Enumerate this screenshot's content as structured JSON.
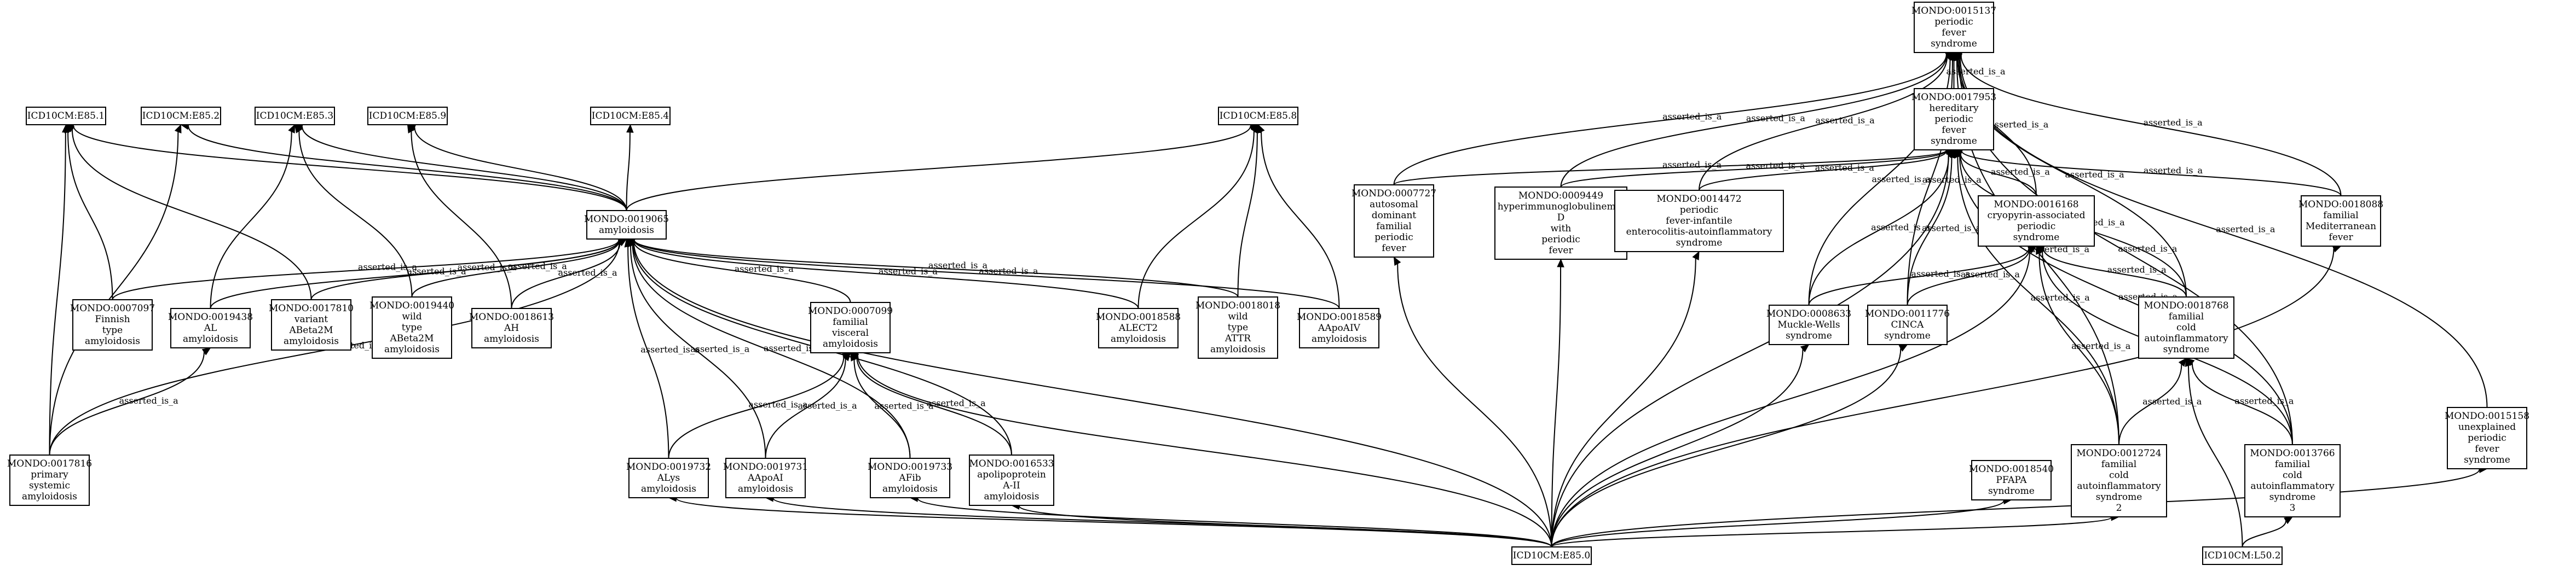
{
  "diagram": {
    "edge_label": "asserted_is_a",
    "nodes": [
      {
        "id": "MONDO:0015137",
        "lines": [
          "MONDO:0015137",
          "periodic",
          "fever",
          "syndrome"
        ]
      },
      {
        "id": "MONDO:0017953",
        "lines": [
          "MONDO:0017953",
          "hereditary",
          "periodic",
          "fever",
          "syndrome"
        ]
      },
      {
        "id": "ICD10CM:E85.1",
        "lines": [
          "ICD10CM:E85.1"
        ]
      },
      {
        "id": "ICD10CM:E85.2",
        "lines": [
          "ICD10CM:E85.2"
        ]
      },
      {
        "id": "ICD10CM:E85.3",
        "lines": [
          "ICD10CM:E85.3"
        ]
      },
      {
        "id": "ICD10CM:E85.9",
        "lines": [
          "ICD10CM:E85.9"
        ]
      },
      {
        "id": "ICD10CM:E85.4",
        "lines": [
          "ICD10CM:E85.4"
        ]
      },
      {
        "id": "ICD10CM:E85.8",
        "lines": [
          "ICD10CM:E85.8"
        ]
      },
      {
        "id": "MONDO:0019065",
        "lines": [
          "MONDO:0019065",
          "amyloidosis"
        ]
      },
      {
        "id": "MONDO:0007727",
        "lines": [
          "MONDO:0007727",
          "autosomal",
          "dominant",
          "familial",
          "periodic",
          "fever"
        ]
      },
      {
        "id": "MONDO:0009449",
        "lines": [
          "MONDO:0009449",
          "hyperimmunoglobulinemia",
          "D",
          "with",
          "periodic",
          "fever"
        ]
      },
      {
        "id": "MONDO:0014472",
        "lines": [
          "MONDO:0014472",
          "periodic",
          "fever-infantile",
          "enterocolitis-autoinflammatory",
          "syndrome"
        ]
      },
      {
        "id": "MONDO:0016168",
        "lines": [
          "MONDO:0016168",
          "cryopyrin-associated",
          "periodic",
          "syndrome"
        ]
      },
      {
        "id": "MONDO:0018088",
        "lines": [
          "MONDO:0018088",
          "familial",
          "Mediterranean",
          "fever"
        ]
      },
      {
        "id": "MONDO:0007097",
        "lines": [
          "MONDO:0007097",
          "Finnish",
          "type",
          "amyloidosis"
        ]
      },
      {
        "id": "MONDO:0019438",
        "lines": [
          "MONDO:0019438",
          "AL",
          "amyloidosis"
        ]
      },
      {
        "id": "MONDO:0017810",
        "lines": [
          "MONDO:0017810",
          "variant",
          "ABeta2M",
          "amyloidosis"
        ]
      },
      {
        "id": "MONDO:0019440",
        "lines": [
          "MONDO:0019440",
          "wild",
          "type",
          "ABeta2M",
          "amyloidosis"
        ]
      },
      {
        "id": "MONDO:0018613",
        "lines": [
          "MONDO:0018613",
          "AH",
          "amyloidosis"
        ]
      },
      {
        "id": "MONDO:0007099",
        "lines": [
          "MONDO:0007099",
          "familial",
          "visceral",
          "amyloidosis"
        ]
      },
      {
        "id": "MONDO:0018588",
        "lines": [
          "MONDO:0018588",
          "ALECT2",
          "amyloidosis"
        ]
      },
      {
        "id": "MONDO:0018018",
        "lines": [
          "MONDO:0018018",
          "wild",
          "type",
          "ATTR",
          "amyloidosis"
        ]
      },
      {
        "id": "MONDO:0018589",
        "lines": [
          "MONDO:0018589",
          "AApoAIV",
          "amyloidosis"
        ]
      },
      {
        "id": "MONDO:0008633",
        "lines": [
          "MONDO:0008633",
          "Muckle-Wells",
          "syndrome"
        ]
      },
      {
        "id": "MONDO:0011776",
        "lines": [
          "MONDO:0011776",
          "CINCA",
          "syndrome"
        ]
      },
      {
        "id": "MONDO:0018768",
        "lines": [
          "MONDO:0018768",
          "familial",
          "cold",
          "autoinflammatory",
          "syndrome"
        ]
      },
      {
        "id": "MONDO:0015158",
        "lines": [
          "MONDO:0015158",
          "unexplained",
          "periodic",
          "fever",
          "syndrome"
        ]
      },
      {
        "id": "MONDO:0017816",
        "lines": [
          "MONDO:0017816",
          "primary",
          "systemic",
          "amyloidosis"
        ]
      },
      {
        "id": "MONDO:0019732",
        "lines": [
          "MONDO:0019732",
          "ALys",
          "amyloidosis"
        ]
      },
      {
        "id": "MONDO:0019731",
        "lines": [
          "MONDO:0019731",
          "AApoAI",
          "amyloidosis"
        ]
      },
      {
        "id": "MONDO:0019733",
        "lines": [
          "MONDO:0019733",
          "AFib",
          "amyloidosis"
        ]
      },
      {
        "id": "MONDO:0016533",
        "lines": [
          "MONDO:0016533",
          "apolipoprotein",
          "A-II",
          "amyloidosis"
        ]
      },
      {
        "id": "MONDO:0012724",
        "lines": [
          "MONDO:0012724",
          "familial",
          "cold",
          "autoinflammatory",
          "syndrome",
          "2"
        ]
      },
      {
        "id": "MONDO:0018540",
        "lines": [
          "MONDO:0018540",
          "PFAPA",
          "syndrome"
        ]
      },
      {
        "id": "MONDO:0013766",
        "lines": [
          "MONDO:0013766",
          "familial",
          "cold",
          "autoinflammatory",
          "syndrome",
          "3"
        ]
      },
      {
        "id": "ICD10CM:E85.0",
        "lines": [
          "ICD10CM:E85.0"
        ]
      },
      {
        "id": "ICD10CM:L50.2",
        "lines": [
          "ICD10CM:L50.2"
        ]
      }
    ],
    "edges": [
      {
        "from": "MONDO:0017953",
        "to": "MONDO:0015137",
        "label": "asserted_is_a"
      },
      {
        "from": "MONDO:0019065",
        "to": "ICD10CM:E85.1"
      },
      {
        "from": "MONDO:0019065",
        "to": "ICD10CM:E85.2"
      },
      {
        "from": "MONDO:0019065",
        "to": "ICD10CM:E85.3"
      },
      {
        "from": "MONDO:0019065",
        "to": "ICD10CM:E85.9"
      },
      {
        "from": "MONDO:0019065",
        "to": "ICD10CM:E85.4"
      },
      {
        "from": "MONDO:0019065",
        "to": "ICD10CM:E85.8"
      },
      {
        "from": "MONDO:0007727",
        "to": "MONDO:0015137",
        "label": "asserted_is_a"
      },
      {
        "from": "MONDO:0007727",
        "to": "MONDO:0017953",
        "label": "asserted_is_a"
      },
      {
        "from": "MONDO:0009449",
        "to": "MONDO:0015137",
        "label": "asserted_is_a"
      },
      {
        "from": "MONDO:0009449",
        "to": "MONDO:0017953",
        "label": "asserted_is_a"
      },
      {
        "from": "MONDO:0014472",
        "to": "MONDO:0015137",
        "label": "asserted_is_a"
      },
      {
        "from": "MONDO:0014472",
        "to": "MONDO:0017953",
        "label": "asserted_is_a"
      },
      {
        "from": "MONDO:0016168",
        "to": "MONDO:0015137",
        "label": "asserted_is_a"
      },
      {
        "from": "MONDO:0016168",
        "to": "MONDO:0017953",
        "label": "asserted_is_a"
      },
      {
        "from": "MONDO:0018088",
        "to": "MONDO:0015137",
        "label": "asserted_is_a"
      },
      {
        "from": "MONDO:0018088",
        "to": "MONDO:0017953",
        "label": "asserted_is_a"
      },
      {
        "from": "MONDO:0007097",
        "to": "MONDO:0019065",
        "label": "asserted_is_a"
      },
      {
        "from": "MONDO:0007097",
        "to": "ICD10CM:E85.1"
      },
      {
        "from": "MONDO:0019438",
        "to": "MONDO:0019065",
        "label": "asserted_is_a"
      },
      {
        "from": "MONDO:0019438",
        "to": "ICD10CM:E85.3"
      },
      {
        "from": "MONDO:0017810",
        "to": "MONDO:0019065",
        "label": "asserted_is_a"
      },
      {
        "from": "MONDO:0017810",
        "to": "ICD10CM:E85.1"
      },
      {
        "from": "MONDO:0019440",
        "to": "MONDO:0019065",
        "label": "asserted_is_a"
      },
      {
        "from": "MONDO:0019440",
        "to": "ICD10CM:E85.3"
      },
      {
        "from": "MONDO:0018613",
        "to": "MONDO:0019065",
        "label": "asserted_is_a"
      },
      {
        "from": "MONDO:0018613",
        "to": "ICD10CM:E85.9"
      },
      {
        "from": "MONDO:0007099",
        "to": "MONDO:0019065",
        "label": "asserted_is_a"
      },
      {
        "from": "MONDO:0018588",
        "to": "MONDO:0019065",
        "label": "asserted_is_a"
      },
      {
        "from": "MONDO:0018588",
        "to": "ICD10CM:E85.8"
      },
      {
        "from": "MONDO:0018018",
        "to": "MONDO:0019065",
        "label": "asserted_is_a"
      },
      {
        "from": "MONDO:0018018",
        "to": "ICD10CM:E85.8"
      },
      {
        "from": "MONDO:0018589",
        "to": "MONDO:0019065",
        "label": "asserted_is_a"
      },
      {
        "from": "MONDO:0018589",
        "to": "ICD10CM:E85.8"
      },
      {
        "from": "MONDO:0008633",
        "to": "MONDO:0015137",
        "label": "asserted_is_a"
      },
      {
        "from": "MONDO:0008633",
        "to": "MONDO:0016168",
        "label": "asserted_is_a"
      },
      {
        "from": "MONDO:0008633",
        "to": "MONDO:0017953",
        "label": "asserted_is_a"
      },
      {
        "from": "MONDO:0011776",
        "to": "MONDO:0015137",
        "label": "asserted_is_a"
      },
      {
        "from": "MONDO:0011776",
        "to": "MONDO:0016168",
        "label": "asserted_is_a"
      },
      {
        "from": "MONDO:0011776",
        "to": "MONDO:0017953",
        "label": "asserted_is_a"
      },
      {
        "from": "MONDO:0018768",
        "to": "MONDO:0015137",
        "label": "asserted_is_a"
      },
      {
        "from": "MONDO:0018768",
        "to": "MONDO:0016168",
        "label": "asserted_is_a"
      },
      {
        "from": "MONDO:0018768",
        "to": "MONDO:0017953",
        "label": "asserted_is_a"
      },
      {
        "from": "MONDO:0015158",
        "to": "MONDO:0015137",
        "label": "asserted_is_a"
      },
      {
        "from": "MONDO:0017816",
        "to": "MONDO:0019065",
        "label": "asserted_is_a"
      },
      {
        "from": "MONDO:0017816",
        "to": "MONDO:0019438",
        "label": "asserted_is_a"
      },
      {
        "from": "MONDO:0017816",
        "to": "ICD10CM:E85.1"
      },
      {
        "from": "MONDO:0017816",
        "to": "ICD10CM:E85.2"
      },
      {
        "from": "MONDO:0019732",
        "to": "MONDO:0019065",
        "label": "asserted_is_a"
      },
      {
        "from": "MONDO:0019732",
        "to": "MONDO:0007099",
        "label": "asserted_is_a"
      },
      {
        "from": "MONDO:0019731",
        "to": "MONDO:0019065",
        "label": "asserted_is_a"
      },
      {
        "from": "MONDO:0019731",
        "to": "MONDO:0007099",
        "label": "asserted_is_a"
      },
      {
        "from": "MONDO:0019733",
        "to": "MONDO:0019065",
        "label": "asserted_is_a"
      },
      {
        "from": "MONDO:0019733",
        "to": "MONDO:0007099",
        "label": "asserted_is_a"
      },
      {
        "from": "MONDO:0016533",
        "to": "MONDO:0019065",
        "label": "asserted_is_a"
      },
      {
        "from": "MONDO:0016533",
        "to": "MONDO:0007099",
        "label": "asserted_is_a"
      },
      {
        "from": "MONDO:0012724",
        "to": "MONDO:0015137",
        "label": "asserted_is_a"
      },
      {
        "from": "MONDO:0012724",
        "to": "MONDO:0016168",
        "label": "asserted_is_a"
      },
      {
        "from": "MONDO:0012724",
        "to": "MONDO:0018768",
        "label": "asserted_is_a"
      },
      {
        "from": "MONDO:0012724",
        "to": "MONDO:0017953",
        "label": "asserted_is_a"
      },
      {
        "from": "MONDO:0013766",
        "to": "MONDO:0015137",
        "label": "asserted_is_a"
      },
      {
        "from": "MONDO:0013766",
        "to": "MONDO:0016168",
        "label": "asserted_is_a"
      },
      {
        "from": "MONDO:0013766",
        "to": "MONDO:0018768",
        "label": "asserted_is_a"
      },
      {
        "from": "MONDO:0013766",
        "to": "MONDO:0017953",
        "label": "asserted_is_a"
      },
      {
        "from": "ICD10CM:E85.0",
        "to": "MONDO:0019065"
      },
      {
        "from": "ICD10CM:E85.0",
        "to": "MONDO:0007099"
      },
      {
        "from": "ICD10CM:E85.0",
        "to": "MONDO:0017953"
      },
      {
        "from": "ICD10CM:E85.0",
        "to": "MONDO:0007727"
      },
      {
        "from": "ICD10CM:E85.0",
        "to": "MONDO:0009449"
      },
      {
        "from": "ICD10CM:E85.0",
        "to": "MONDO:0014472"
      },
      {
        "from": "ICD10CM:E85.0",
        "to": "MONDO:0016168"
      },
      {
        "from": "ICD10CM:E85.0",
        "to": "MONDO:0008633"
      },
      {
        "from": "ICD10CM:E85.0",
        "to": "MONDO:0011776"
      },
      {
        "from": "ICD10CM:E85.0",
        "to": "MONDO:0018088"
      },
      {
        "from": "ICD10CM:E85.0",
        "to": "MONDO:0015158"
      },
      {
        "from": "ICD10CM:E85.0",
        "to": "MONDO:0019732"
      },
      {
        "from": "ICD10CM:E85.0",
        "to": "MONDO:0019731"
      },
      {
        "from": "ICD10CM:E85.0",
        "to": "MONDO:0019733"
      },
      {
        "from": "ICD10CM:E85.0",
        "to": "MONDO:0016533"
      },
      {
        "from": "ICD10CM:E85.0",
        "to": "MONDO:0012724"
      },
      {
        "from": "ICD10CM:E85.0",
        "to": "MONDO:0018540"
      },
      {
        "from": "ICD10CM:L50.2",
        "to": "MONDO:0018768"
      },
      {
        "from": "ICD10CM:L50.2",
        "to": "MONDO:0013766"
      }
    ]
  }
}
